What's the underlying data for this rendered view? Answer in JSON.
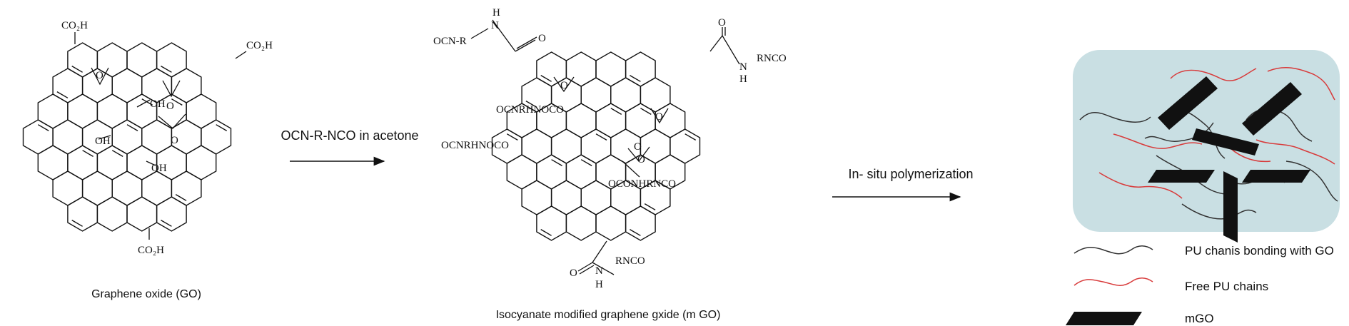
{
  "molecules": {
    "go": {
      "caption": "Graphene oxide (GO)",
      "groups": {
        "co2h_top_left": "CO₂H",
        "co2h_top_right": "CO₂H",
        "co2h_bottom": "CO₂H",
        "oh_1": "OH",
        "oh_2": "OH",
        "oh_3": "OH",
        "o_1": "O",
        "o_2": "O",
        "o_3": "O"
      }
    },
    "mgo": {
      "caption": "Isocyanate modified graphene gxide (m GO)",
      "groups": {
        "ocn_r": "OCN-R",
        "h_top": "H",
        "n_top": "N",
        "o_top": "O",
        "rnco_right": "RNCO",
        "n_right": "N",
        "h_right": "H",
        "o_right": "O",
        "ocnrhnoco_1": "OCNRHNOCO",
        "ocnrhnoco_2": "OCNRHNOCO",
        "oconhrnco": "OCONHRNCO",
        "o_1": "O",
        "o_2": "O",
        "o_3": "O",
        "o_4": "O",
        "rnco_bottom": "RNCO",
        "n_bottom": "N",
        "h_bottom": "H",
        "o_bottom": "O"
      }
    }
  },
  "reactions": {
    "step1": "OCN-R-NCO in acetone",
    "step2": "In- situ polymerization"
  },
  "composite": {
    "background_color": "#c9dfe3",
    "legend": [
      {
        "label": "PU chanis bonding with GO",
        "color": "#333333"
      },
      {
        "label": "Free PU chains",
        "color": "#d83a3a"
      },
      {
        "label": "mGO",
        "color": "#111111"
      }
    ]
  }
}
